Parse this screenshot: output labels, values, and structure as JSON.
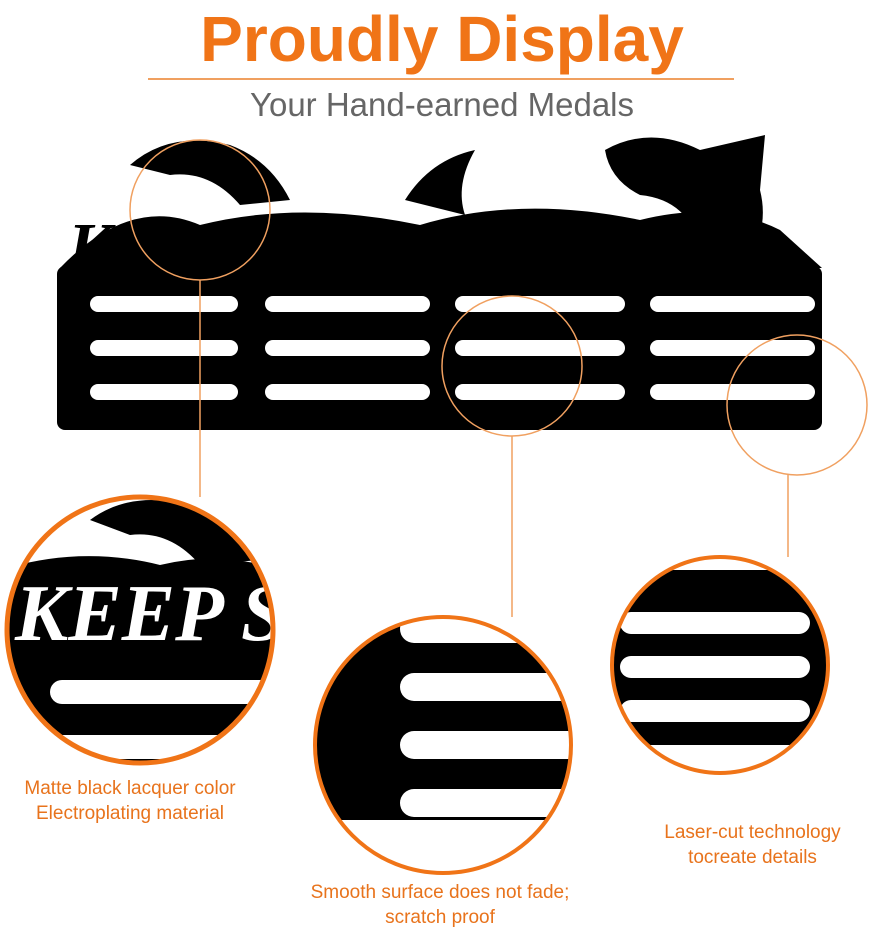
{
  "header": {
    "title": "Proudly Display",
    "subtitle": "Your Hand-earned Medals"
  },
  "product": {
    "rack_text": "KEEP SWIMMING",
    "rack_zoom_text": "KEEP S"
  },
  "captions": {
    "left": [
      "Matte black lacquer color",
      "Electroplating material"
    ],
    "middle": [
      "Smooth surface does not fade;",
      "scratch proof"
    ],
    "right": [
      "Laser-cut technology",
      "tocreate details"
    ]
  },
  "colors": {
    "accent": "#f07417",
    "subtitle": "#666666",
    "rack": "#000000"
  }
}
